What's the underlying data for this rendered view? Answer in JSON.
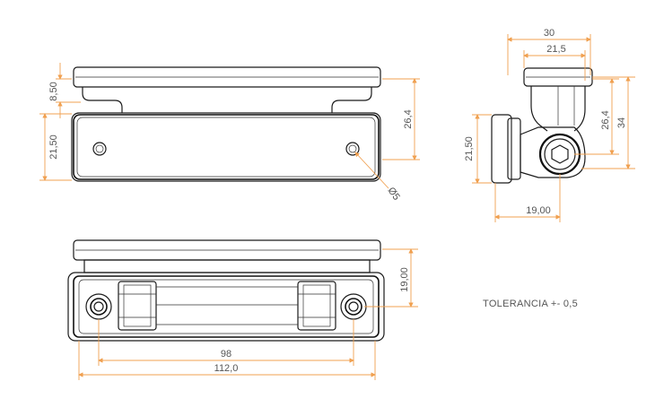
{
  "dimensions": {
    "side_width_30": "30",
    "side_width_21_5": "21,5",
    "side_height_26_4": "26,4",
    "side_height_34": "34",
    "side_plate_21_50": "21,50",
    "side_offset_19_00": "19,00",
    "front_flange_8_50": "8,50",
    "front_plate_21_50": "21,50",
    "front_height_26_4": "26,4",
    "front_hole_dia": "Ø5",
    "bottom_height_19_00": "19,00",
    "bottom_hole_spacing": "98",
    "bottom_total_width": "112,0"
  },
  "note": "TOLERANCIA +- 0,5",
  "colors": {
    "outline": "#1a1a1a",
    "dimension": "#f0a050",
    "text": "#555555"
  }
}
